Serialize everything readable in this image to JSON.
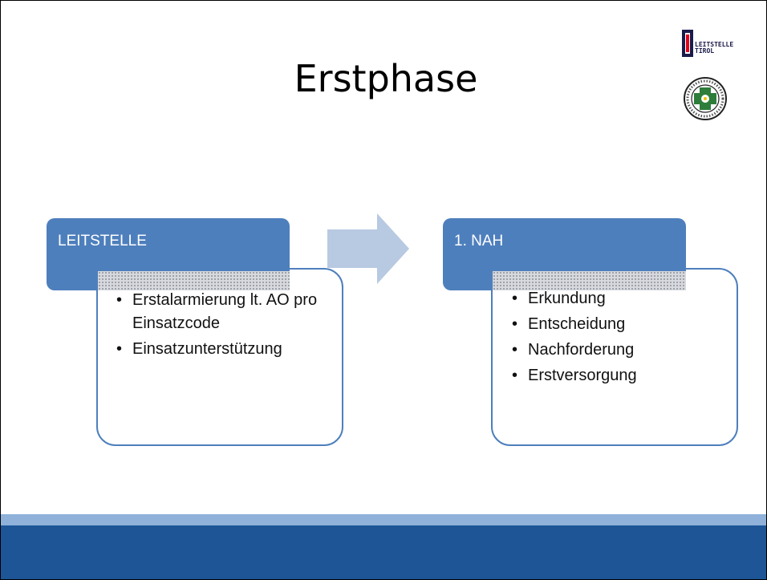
{
  "slide": {
    "title": "Erstphase",
    "logo": {
      "text": "LEITSTELLE\nTIROL",
      "seal_text": "BERGRETTUNG ÖSTERREICH"
    }
  },
  "stages": [
    {
      "label": "LEITSTELLE",
      "items": [
        "Erstalarmierung  lt. AO pro Einsatzcode",
        "Einsatzunterstützung"
      ]
    },
    {
      "label": "1. NAH",
      "items": [
        "Erkundung",
        "Entscheidung",
        "Nachforderung",
        "Erstversorgung"
      ]
    }
  ],
  "colors": {
    "accent": "#4e7fbd",
    "arrow": "#b8c9e2",
    "footer_light": "#8fb1da",
    "footer_dark": "#1d5597"
  },
  "icons": [
    "flow-arrow-icon",
    "leitstelle-tirol-logo",
    "bergrettung-seal-icon"
  ]
}
